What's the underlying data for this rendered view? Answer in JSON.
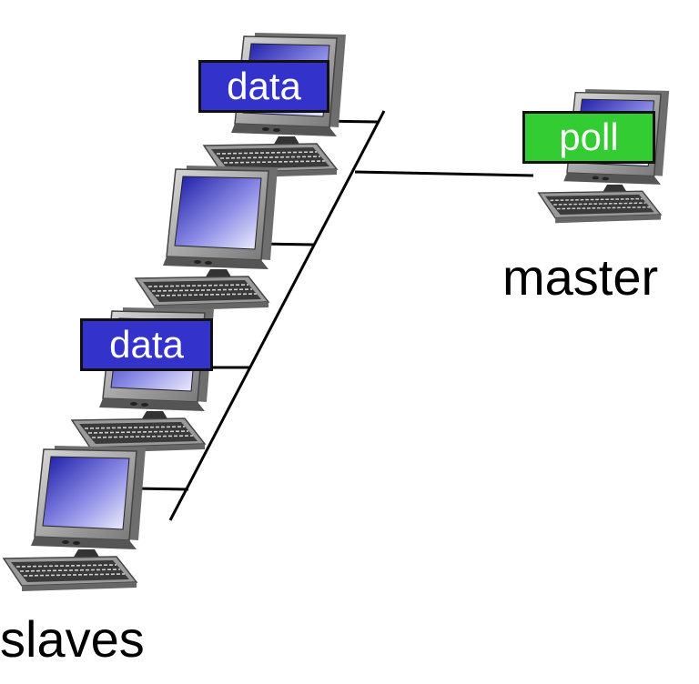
{
  "master": {
    "label": "master",
    "message": "poll"
  },
  "slaves": {
    "label": "slaves",
    "messages": [
      "data",
      "data"
    ]
  },
  "colors": {
    "data_tag": "#3333cc",
    "poll_tag": "#33cc33",
    "link": "#000000"
  },
  "icons": {
    "computer": "desktop-computer-icon"
  }
}
